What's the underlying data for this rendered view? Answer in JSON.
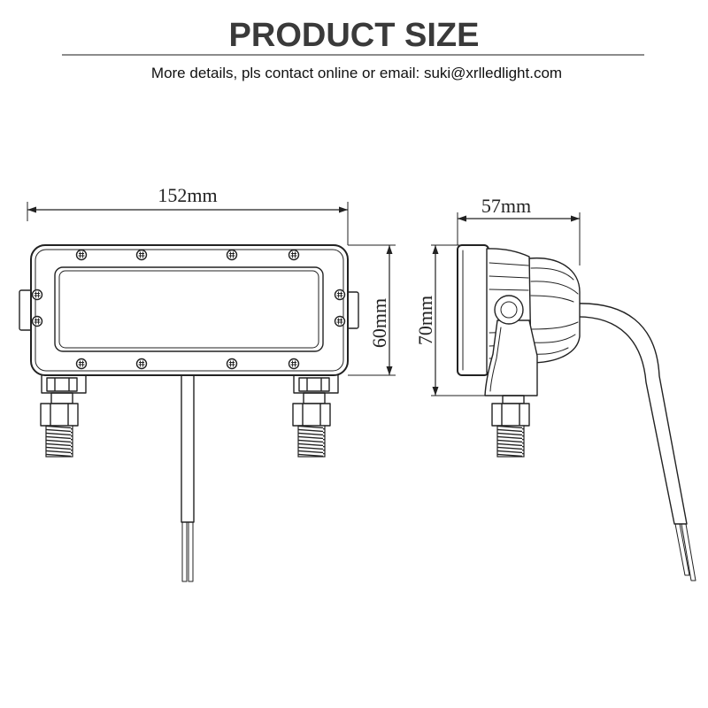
{
  "header": {
    "title": "PRODUCT SIZE",
    "subtitle": "More details, pls contact online or email: suki@xrlledlight.com"
  },
  "dimensions": {
    "length_label": "152mm",
    "height_label": "60mm",
    "overall_height_label": "70mm",
    "depth_label": "57mm"
  },
  "colors": {
    "line": "#222222",
    "title": "#3a3a3a",
    "background": "#ffffff"
  }
}
